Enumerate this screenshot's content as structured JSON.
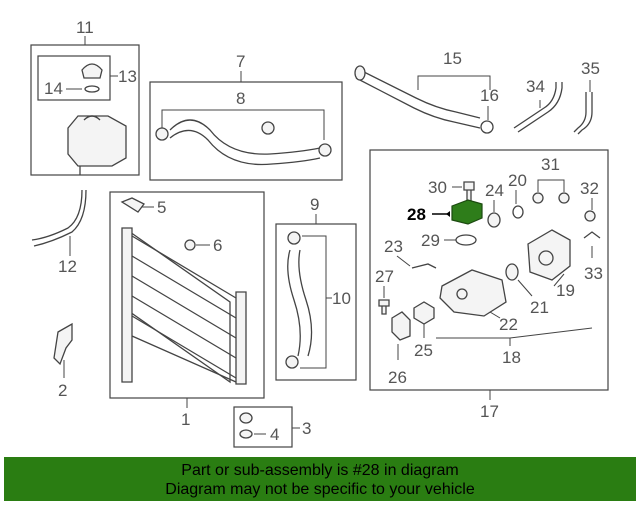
{
  "diagram": {
    "callouts": {
      "c1": "1",
      "c2": "2",
      "c3": "3",
      "c4": "4",
      "c5": "5",
      "c6": "6",
      "c7": "7",
      "c8": "8",
      "c9": "9",
      "c10": "10",
      "c11": "11",
      "c12": "12",
      "c13": "13",
      "c14": "14",
      "c15": "15",
      "c16": "16",
      "c17": "17",
      "c18": "18",
      "c19": "19",
      "c20": "20",
      "c21": "21",
      "c22": "22",
      "c23": "23",
      "c24": "24",
      "c25": "25",
      "c26": "26",
      "c27": "27",
      "c28": "28",
      "c29": "29",
      "c30": "30",
      "c31": "31",
      "c32": "32",
      "c33": "33",
      "c34": "34",
      "c35": "35"
    },
    "highlight_part": "28",
    "highlight_color": "#2e7d1a"
  },
  "banner": {
    "line1": "Part or sub-assembly is #28 in diagram",
    "line2": "Diagram may not be specific to your vehicle",
    "color": "#2a7d12"
  }
}
